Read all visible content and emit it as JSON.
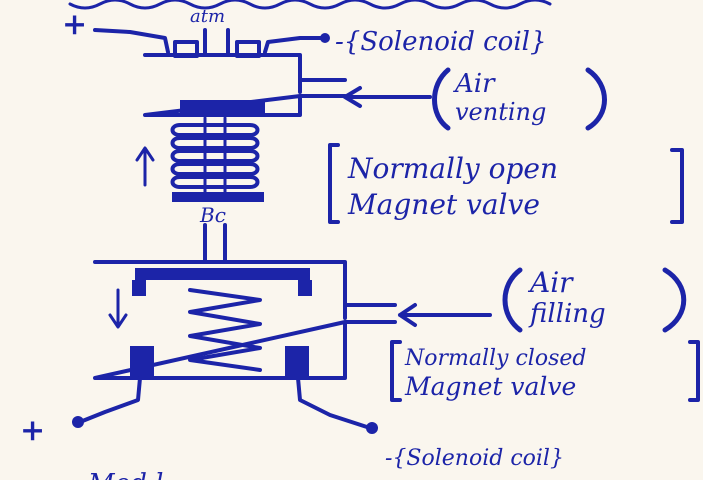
{
  "labels": {
    "top_wire_left_sign": "+",
    "top_pressure": "atm",
    "top_solenoid": "-{Solenoid coil}",
    "air_venting_1": "Air",
    "air_venting_2": "venting",
    "no_valve_1": "Normally open",
    "no_valve_2": "Magnet valve",
    "bc_label": "Bc",
    "air_filling_1": "Air",
    "air_filling_2": "filling",
    "nc_valve_1": "Normally closed",
    "nc_valve_2": "Magnet valve",
    "bottom_wire_left_sign": "+",
    "bottom_solenoid": "-{Solenoid coil}",
    "bottom_cutoff": "Mod l..."
  },
  "colors": {
    "ink": "#1c24a8",
    "paper": "#faf6ee"
  }
}
